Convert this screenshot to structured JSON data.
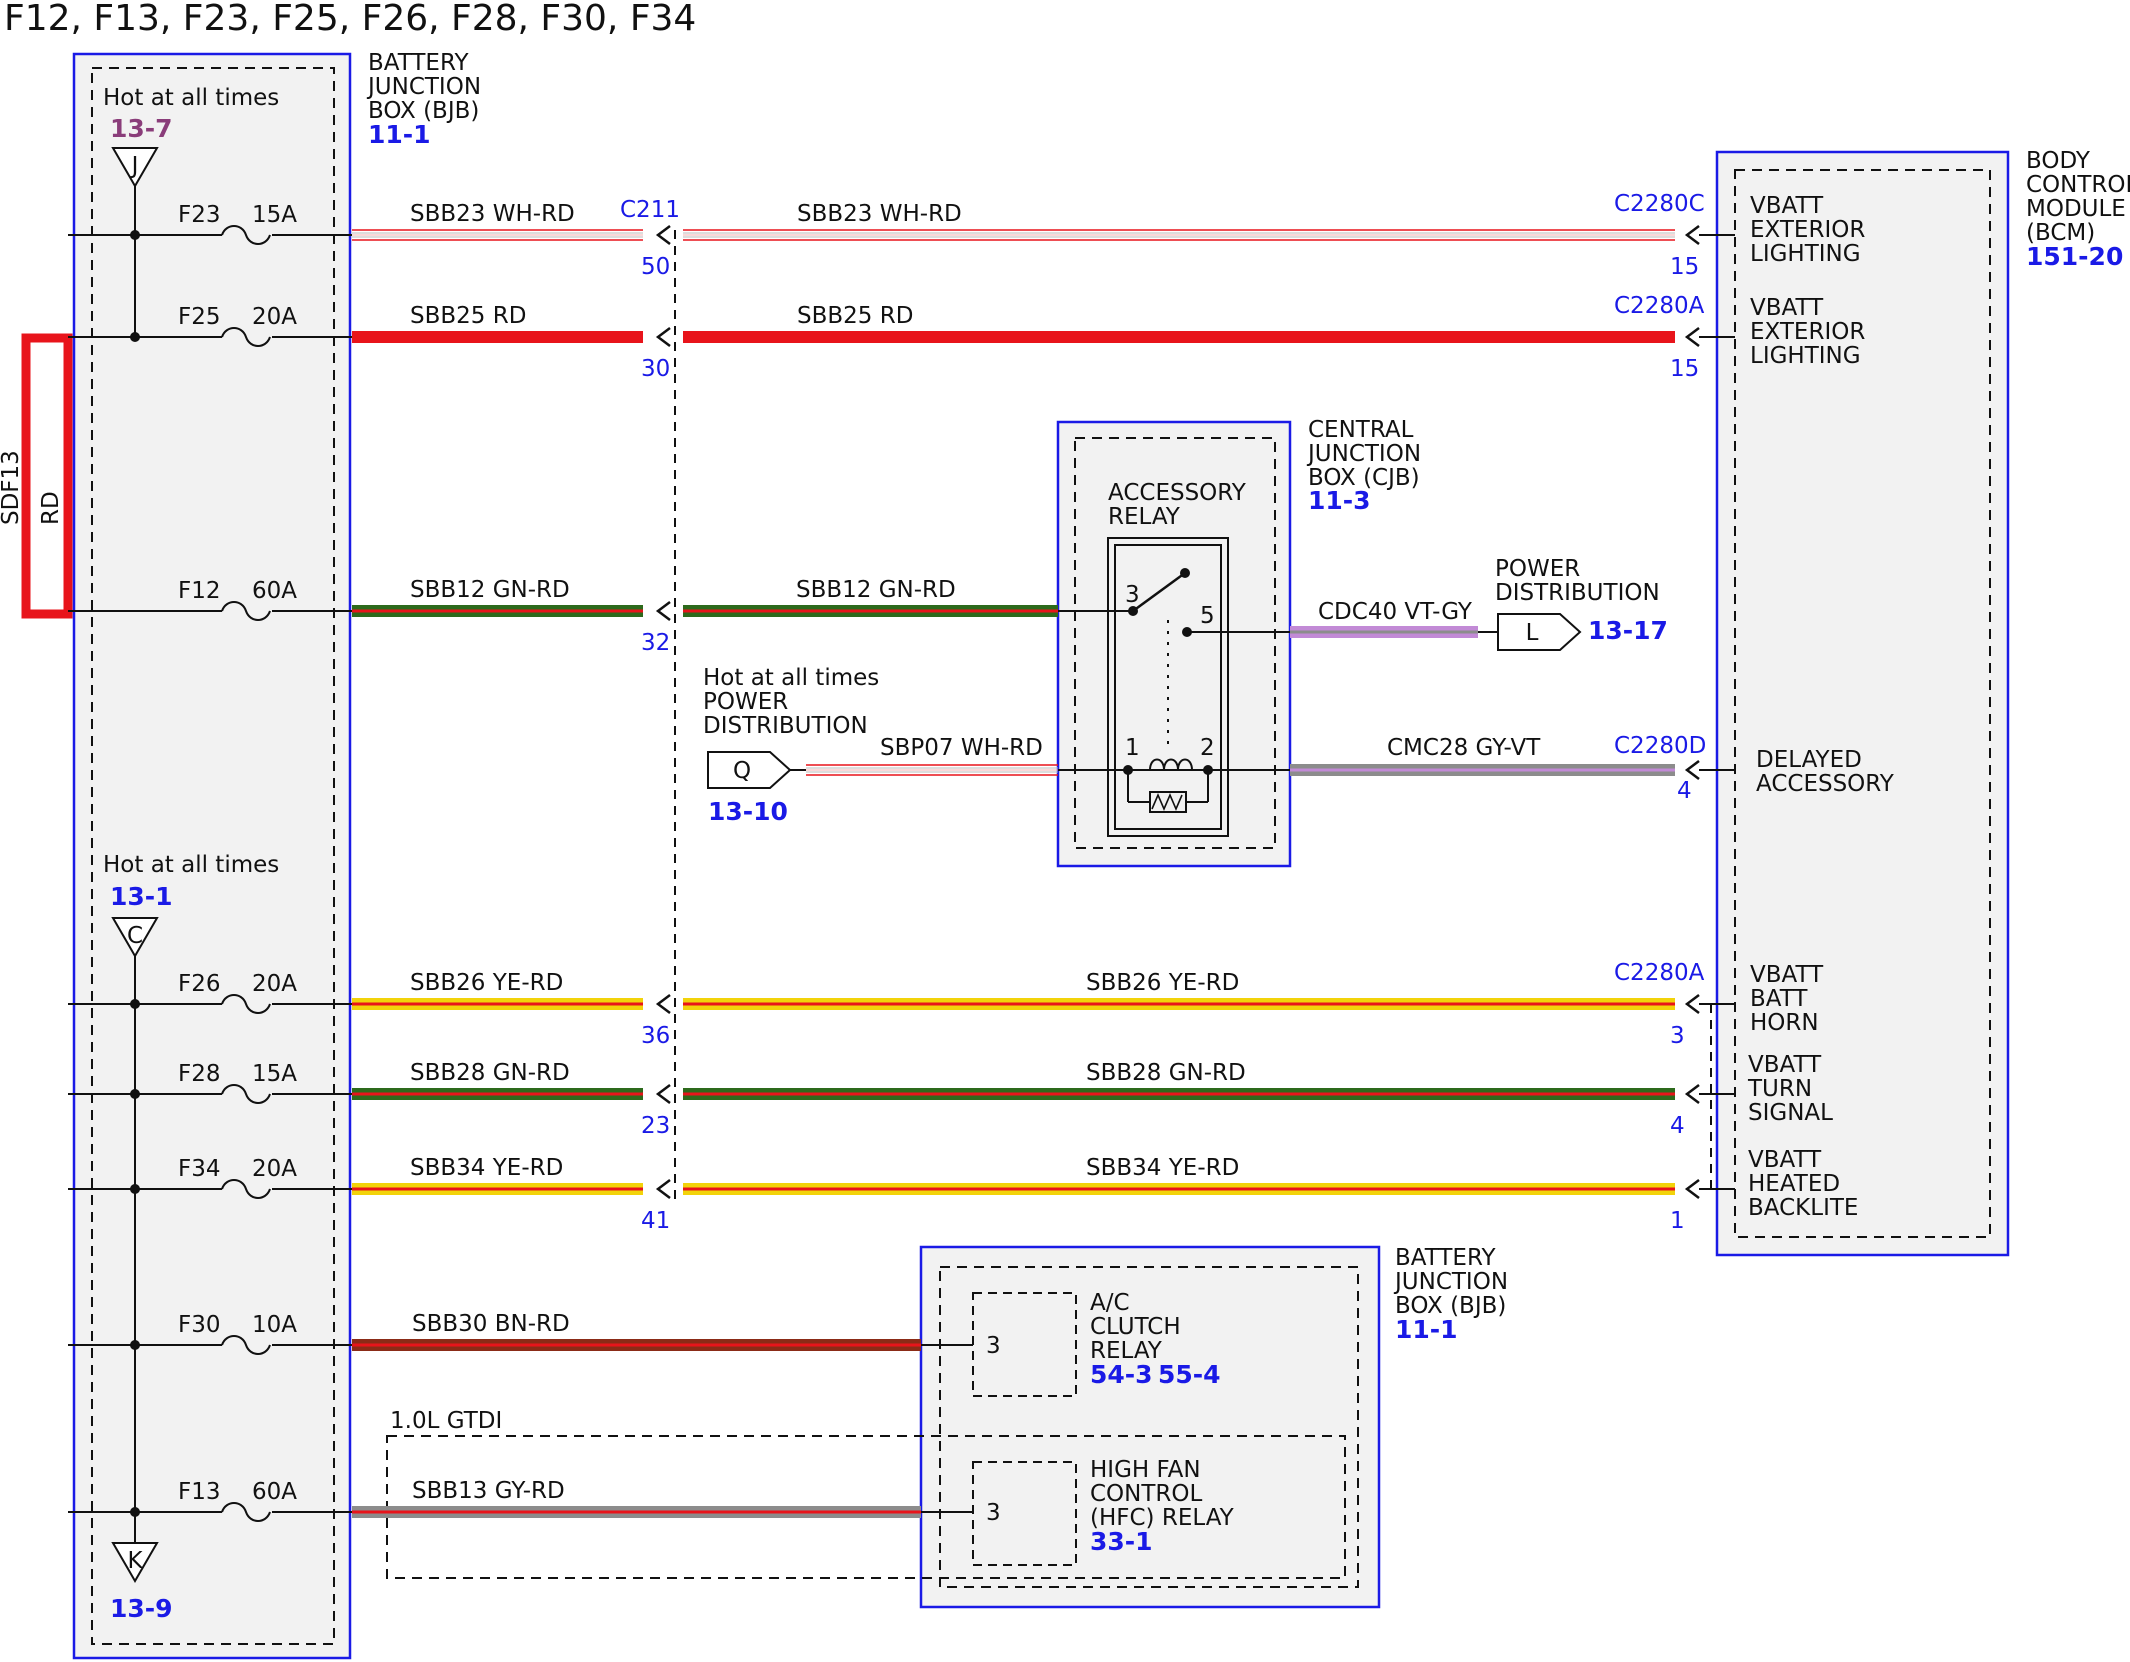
{
  "title": "F12, F13, F23, F25, F26, F28, F30, F34",
  "colors": {
    "RD": "#e8141b",
    "WH": "#ffffff",
    "GN": "#2d6a1c",
    "YE": "#f2d30a",
    "GY": "#8c8c8c",
    "BN": "#8b2b17",
    "VT": "#c28ad6",
    "box": "#1a1ae6",
    "panel": "#f2f2f2"
  },
  "bjb_left": {
    "name": [
      "BATTERY",
      "JUNCTION",
      "BOX (BJB)"
    ],
    "ref": "11-1"
  },
  "bcm": {
    "name": [
      "BODY",
      "CONTROL",
      "MODULE",
      "(BCM)"
    ],
    "ref": "151-20"
  },
  "cjb": {
    "name": [
      "CENTRAL",
      "JUNCTION",
      "BOX (CJB)"
    ],
    "ref": "11-3"
  },
  "bjb_right": {
    "name": [
      "BATTERY",
      "JUNCTION",
      "BOX (BJB)"
    ],
    "ref": "11-1"
  },
  "hot_top": {
    "label": "Hot at all times",
    "ref": "13-7",
    "tri": "J"
  },
  "hot_mid": {
    "label": "Hot at all times",
    "ref": "13-1",
    "tri": "C"
  },
  "bottom_tri": {
    "tri": "K",
    "ref": "13-9"
  },
  "bus": {
    "name": "SDF13",
    "color_label": "RD"
  },
  "c211": "C211",
  "fuses": [
    {
      "id": "F23",
      "amps": "15A",
      "wire": "SBB23  WH-RD",
      "wire2": "SBB23 WH-RD",
      "pin": "50",
      "conn": "C2280C",
      "bcm_pin": "15",
      "func": [
        "VBATT",
        "EXTERIOR",
        "LIGHTING"
      ]
    },
    {
      "id": "F25",
      "amps": "20A",
      "wire": "SBB25 RD",
      "wire2": "SBB25 RD",
      "pin": "30",
      "conn": "C2280A",
      "bcm_pin": "15",
      "func": [
        "VBATT",
        "EXTERIOR",
        "LIGHTING"
      ]
    },
    {
      "id": "F12",
      "amps": "60A",
      "wire": "SBB12  GN-RD",
      "wire2": "SBB12  GN-RD",
      "pin": "32"
    },
    {
      "id": "F26",
      "amps": "20A",
      "wire": "SBB26 YE-RD",
      "wire2": "SBB26 YE-RD",
      "pin": "36",
      "conn": "C2280A",
      "bcm_pin": "3",
      "func": [
        "VBATT",
        "BATT",
        "HORN"
      ]
    },
    {
      "id": "F28",
      "amps": "15A",
      "wire": "SBB28 GN-RD",
      "wire2": "SBB28 GN-RD",
      "pin": "23",
      "bcm_pin": "4",
      "func": [
        "VBATT",
        "TURN",
        "SIGNAL"
      ]
    },
    {
      "id": "F34",
      "amps": "20A",
      "wire": "SBB34 YE-RD",
      "wire2": "SBB34 YE-RD",
      "pin": "41",
      "bcm_pin": "1",
      "func": [
        "VBATT",
        "HEATED",
        "BACKLITE"
      ]
    },
    {
      "id": "F30",
      "amps": "10A",
      "wire": "SBB30  BN-RD"
    },
    {
      "id": "F13",
      "amps": "60A",
      "wire": "SBB13  GY-RD"
    }
  ],
  "relay": {
    "name": [
      "ACCESSORY",
      "RELAY"
    ],
    "pin3": "3",
    "pin5": "5",
    "pin1": "1",
    "pin2": "2"
  },
  "cdc40": {
    "wire": "CDC40  VT-GY",
    "dest": [
      "POWER",
      "DISTRIBUTION"
    ],
    "tri": "L",
    "ref": "13-17"
  },
  "sbp07": {
    "hot": "Hot at all times",
    "dest": [
      "POWER",
      "DISTRIBUTION"
    ],
    "tri": "Q",
    "ref": "13-10",
    "wire": "SBP07  WH-RD"
  },
  "cmc28": {
    "wire": "CMC28  GY-VT",
    "conn": "C2280D",
    "bcm_pin": "4",
    "func": [
      "DELAYED",
      "ACCESSORY"
    ]
  },
  "ac_relay": {
    "pin": "3",
    "name": [
      "A/C",
      "CLUTCH",
      "RELAY"
    ],
    "refs": [
      "54-3",
      "55-4"
    ]
  },
  "hfc_relay": {
    "pin": "3",
    "name": [
      "HIGH FAN",
      "CONTROL",
      "(HFC) RELAY"
    ],
    "ref": "33-1"
  },
  "gtdi": "1.0L GTDI"
}
